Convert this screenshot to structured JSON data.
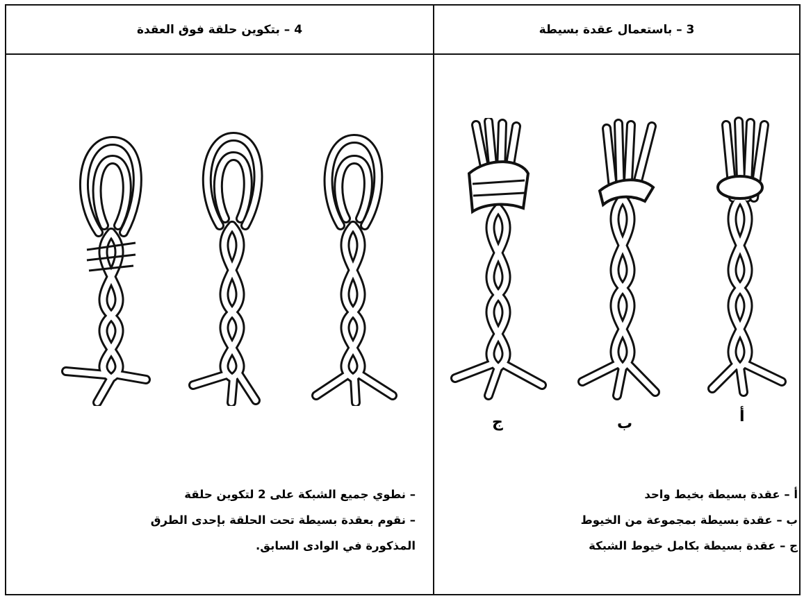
{
  "panels": {
    "right": {
      "title": "3 – باستعمال عقدة بسيطة",
      "labels": [
        "أ",
        "ب",
        "ج"
      ],
      "notes": [
        "أ – عقدة بسيطة بخيط واحد",
        "ب – عقدة بسيطة بمجموعة من الخيوط",
        "ج – عقدة بسيطة بكامل خيوط الشبكة"
      ]
    },
    "left": {
      "title": "4 – بتكوين حلقة فوق العقدة",
      "notes": [
        "– نطوي جميع الشبكة على 2 لتكوين حلقة",
        "– نقوم بعقدة بسيطة تحت الحلقة بإحدى الطرق",
        "المذكورة في الوادى السابق."
      ]
    }
  },
  "colors": {
    "ink": "#111111",
    "paper": "#ffffff"
  }
}
